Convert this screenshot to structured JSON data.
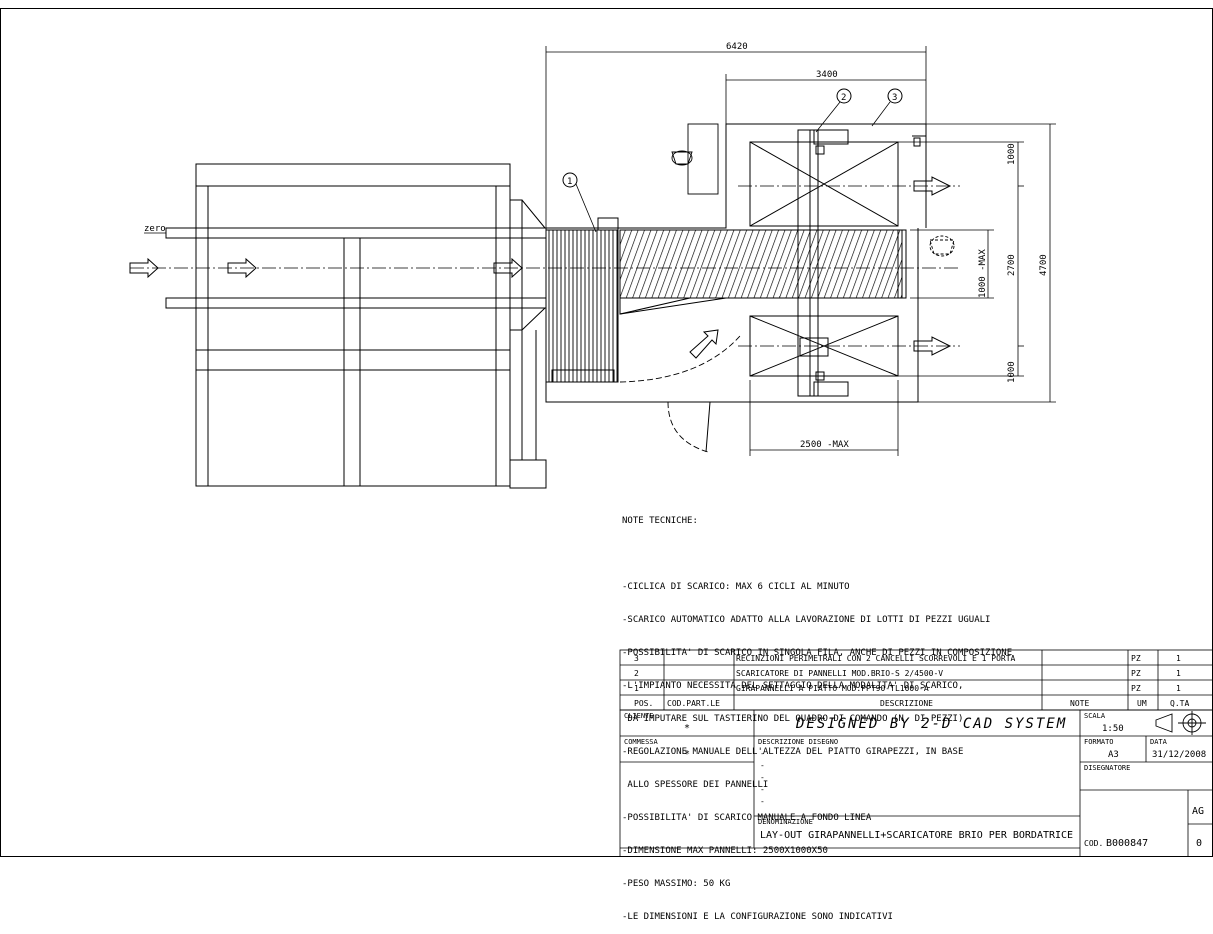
{
  "dimensions": {
    "overall_length": "6420",
    "station_length": "3400",
    "side_width_top": "1000",
    "side_width_bottom": "1000",
    "transfer_width": "2700",
    "overall_width": "4700",
    "panel_width_max": "1000 -MAX",
    "panel_length_max": "2500 -MAX"
  },
  "labels": {
    "zero": "zero",
    "balloon_1": "1",
    "balloon_2": "2",
    "balloon_3": "3"
  },
  "notes": {
    "title": "NOTE TECNICHE:",
    "lines": [
      "-CICLICA DI SCARICO: MAX 6 CICLI AL MINUTO",
      "-SCARICO AUTOMATICO ADATTO ALLA LAVORAZIONE DI LOTTI DI PEZZI UGUALI",
      "-POSSIBILITA' DI SCARICO IN SINGOLA FILA, ANCHE DI PEZZI IN COMPOSIZIONE",
      "-L'IMPIANTO NECESSITA DEL SETTAGGIO DELLA MODALITA' DI SCARICO,",
      " DA IMPUTARE SUL TASTIERINO DEL QUADRO DI COMANDO (N. DI PEZZI)",
      "-REGOLAZIONE MANUALE DELL'ALTEZZA DEL PIATTO GIRAPEZZI, IN BASE",
      " ALLO SPESSORE DEI PANNELLI",
      "-POSSIBILITA' DI SCARICO MANUALE A FONDO LINEA",
      "-DIMENSIONE MAX PANNELLI: 2500X1000X50",
      "-PESO MASSIMO: 50 KG",
      "-LE DIMENSIONI E LA CONFIGURAZIONE SONO INDICATIVI"
    ]
  },
  "bom": {
    "headers": {
      "pos": "POS.",
      "code": "COD.PART.LE",
      "description": "DESCRIZIONE",
      "note": "NOTE",
      "um": "UM",
      "qty": "Q.TA"
    },
    "rows": [
      {
        "pos": "3",
        "code": "",
        "description": "RECINZIONI PERIMETRALI CON 2 CANCELLI SCORREVOLI E 1 PORTA",
        "note": "",
        "um": "PZ",
        "qty": "1"
      },
      {
        "pos": "2",
        "code": "",
        "description": "SCARICATORE DI PANNELLI MOD.BRIO-S 2/4500-V",
        "note": "",
        "um": "PZ",
        "qty": "1"
      },
      {
        "pos": "1",
        "code": "",
        "description": "GIRAPANNELLI A PIATTO MOD.PPT90-TL1000-A",
        "note": "",
        "um": "PZ",
        "qty": "1"
      }
    ]
  },
  "title_block": {
    "cliente_label": "CLIENTE",
    "cliente_value": "*",
    "commessa_label": "COMMESSA",
    "commessa_value": "*",
    "designed_by": "DESIGNED BY 2-D CAD SYSTEM",
    "scala_label": "SCALA",
    "scala_value": "1:50",
    "formato_label": "FORMATO",
    "formato_value": "A3",
    "data_label": "DATA",
    "data_value": "31/12/2008",
    "disegnatore_label": "DISEGNATORE",
    "descrizione_label": "DESCRIZIONE DISEGNO",
    "descrizione_lines": [
      "-",
      "-",
      "-",
      "-",
      "-"
    ],
    "denominazione_label": "DENOMINAZIONE",
    "denominazione_value": "LAY-OUT GIRAPANNELLI+SCARICATORE BRIO PER BORDATRICE",
    "code_label": "COD.",
    "code_value": "B000847",
    "rev_label": "AG",
    "rev_value": "0"
  }
}
